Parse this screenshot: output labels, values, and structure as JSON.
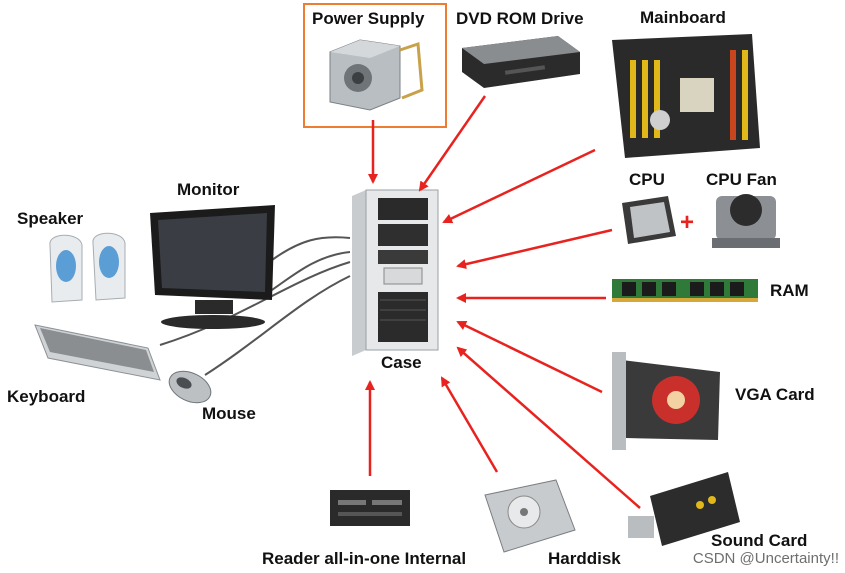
{
  "components": {
    "power_supply": "Power Supply",
    "dvd_rom": "DVD ROM Drive",
    "mainboard": "Mainboard",
    "cpu": "CPU",
    "cpu_fan": "CPU Fan",
    "plus": "+",
    "ram": "RAM",
    "vga": "VGA Card",
    "sound": "Sound Card",
    "harddisk": "Harddisk",
    "reader": "Reader all-in-one Internal",
    "case": "Case",
    "monitor": "Monitor",
    "speaker": "Speaker",
    "keyboard": "Keyboard",
    "mouse": "Mouse"
  },
  "highlight_color": "#ed7d31",
  "arrow_color": "#e8231f",
  "watermark": "CSDN @Uncertainty!!"
}
